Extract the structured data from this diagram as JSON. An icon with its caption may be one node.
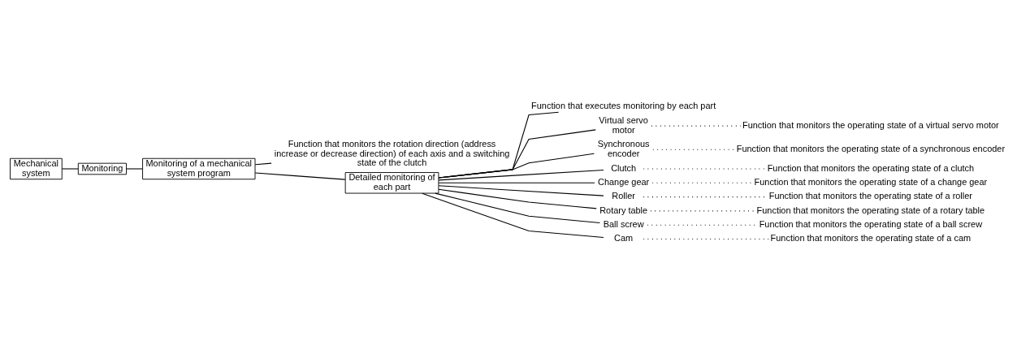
{
  "diagram": {
    "nodes": [
      {
        "text": [
          "Mechanical system"
        ]
      },
      {
        "text": [
          "Monitoring"
        ]
      },
      {
        "text": [
          "Monitoring of a mechanical system program"
        ]
      },
      {
        "text": [
          "Function that monitors the rotation direction (address increase or decrease direction) of each axis and a switching state of the clutch"
        ]
      },
      {
        "text": [
          "Detailed monitoring of each part"
        ]
      },
      {
        "text": [
          "Function that executes monitoring by each part"
        ]
      },
      {
        "text": [
          "Virtual servo motor"
        ]
      },
      {
        "text": [
          "Synchronous encoder"
        ]
      },
      {
        "text": [
          "Clutch"
        ]
      },
      {
        "text": [
          "Change gear"
        ]
      },
      {
        "text": [
          "Roller"
        ]
      },
      {
        "text": [
          "Rotary table"
        ]
      },
      {
        "text": [
          "Ball screw"
        ]
      },
      {
        "text": [
          "Cam"
        ]
      },
      {
        "text": [
          "Function that monitors the operating state of a virtual servo motor"
        ]
      },
      {
        "text": [
          "Function that monitors the operating state of a synchronous encoder"
        ]
      },
      {
        "text": [
          "Function that monitors the operating state of a clutch"
        ]
      },
      {
        "text": [
          "Function that monitors the operating state of a change gear"
        ]
      },
      {
        "text": [
          "Function that monitors the operating state of a roller"
        ]
      },
      {
        "text": [
          "Function that monitors the operating state of a rotary table"
        ]
      },
      {
        "text": [
          "Function that monitors the operating state of a ball screw"
        ]
      },
      {
        "text": [
          "Function that monitors the operating state of a cam"
        ]
      }
    ],
    "edges": [
      {
        "from": 0,
        "to": 1,
        "arrow": "none"
      },
      {
        "from": 1,
        "to": 2,
        "arrow": "none"
      },
      {
        "from": 2,
        "to": 3,
        "arrow": "none"
      },
      {
        "from": 2,
        "to": 4,
        "arrow": "none"
      },
      {
        "from": 4,
        "to": 5,
        "arrow": "none"
      },
      {
        "from": 4,
        "to": 6,
        "arrow": "none"
      },
      {
        "from": 4,
        "to": 7,
        "arrow": "none"
      },
      {
        "from": 4,
        "to": 8,
        "arrow": "none"
      },
      {
        "from": 4,
        "to": 9,
        "arrow": "none"
      },
      {
        "from": 4,
        "to": 10,
        "arrow": "none"
      },
      {
        "from": 4,
        "to": 11,
        "arrow": "none"
      },
      {
        "from": 4,
        "to": 12,
        "arrow": "none"
      },
      {
        "from": 4,
        "to": 13,
        "arrow": "none"
      },
      {
        "from": 6,
        "to": 14,
        "arrow": "none",
        "style": "dashed"
      },
      {
        "from": 7,
        "to": 15,
        "arrow": "none",
        "style": "dashed"
      },
      {
        "from": 8,
        "to": 16,
        "arrow": "none",
        "style": "dashed"
      },
      {
        "from": 9,
        "to": 17,
        "arrow": "none",
        "style": "dashed"
      },
      {
        "from": 10,
        "to": 18,
        "arrow": "none",
        "style": "dashed"
      },
      {
        "from": 11,
        "to": 19,
        "arrow": "none",
        "style": "dashed"
      },
      {
        "from": 12,
        "to": 20,
        "arrow": "none",
        "style": "dashed"
      },
      {
        "from": 13,
        "to": 21,
        "arrow": "none",
        "style": "dashed"
      }
    ]
  }
}
